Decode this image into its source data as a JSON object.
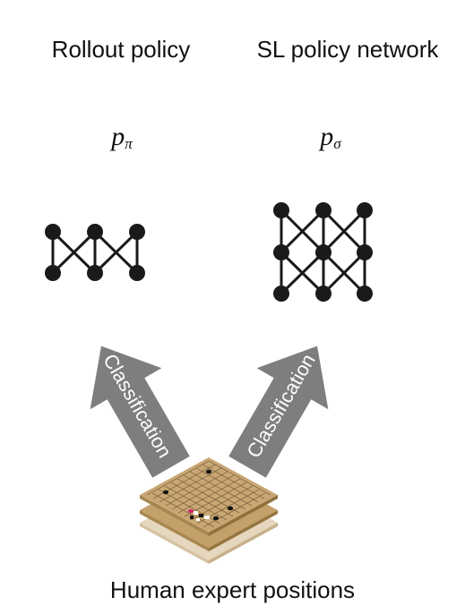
{
  "rollout_policy": {
    "title": "Rollout policy",
    "symbol_base": "p",
    "symbol_sub": "π"
  },
  "sl_policy": {
    "title": "SL policy network",
    "symbol_base": "p",
    "symbol_sub": "σ"
  },
  "arrows": {
    "left_label": "Classification",
    "right_label": "Classification",
    "color": "#7e7e80"
  },
  "footer": {
    "label": "Human expert positions"
  },
  "colors": {
    "network": "#1a1a1a",
    "board": "#c9a774",
    "board_mid": "#b8945c",
    "board_bottom": "#e5d6be"
  }
}
